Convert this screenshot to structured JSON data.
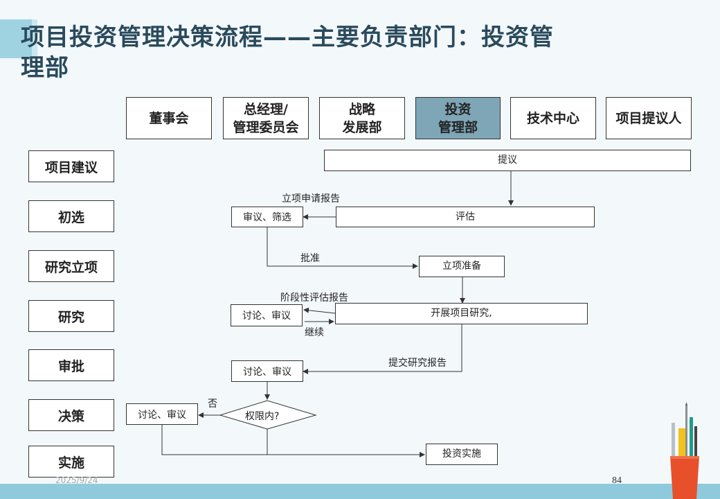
{
  "title": "项目投资管理决策流程——主要负责部门：投资管理部",
  "departments": [
    "董事会",
    "总经理/\n管理委员会",
    "战略\n发展部",
    "投资\n管理部",
    "技术中心",
    "项目提议人"
  ],
  "stages": [
    "项目建议",
    "初选",
    "研究立项",
    "研究",
    "审批",
    "决策",
    "实施"
  ],
  "nodes": {
    "proposal": "提议",
    "review_screen": "审议、筛选",
    "evaluate": "评估",
    "project_prep": "立项准备",
    "discuss_review_1": "讨论、审议",
    "conduct_research": "开展项目研究,",
    "discuss_review_2": "讨论、审议",
    "discuss_review_3": "讨论、审议",
    "within_authority": "权限内?",
    "implement": "投资实施"
  },
  "edge_labels": {
    "application_report": "立项申请报告",
    "approve": "批准",
    "stage_report": "阶段性评估报告",
    "continue": "继续",
    "submit_report": "提交研究报告",
    "no": "否"
  },
  "footer": {
    "date": "2025/9/24",
    "page": "84"
  },
  "colors": {
    "title": "#2a4a5c",
    "active_department": "#7fa6b6",
    "accent_strip": "#8fcadc"
  }
}
